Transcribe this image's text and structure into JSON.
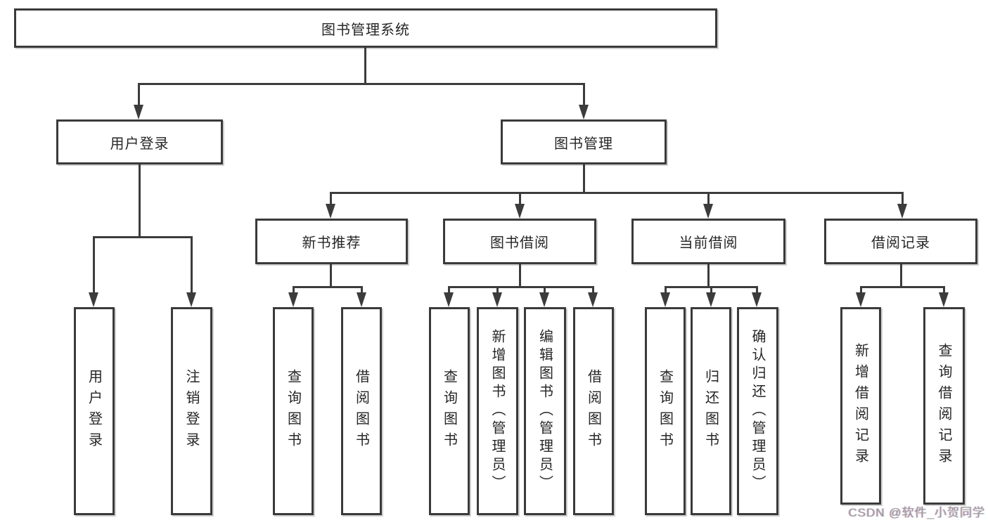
{
  "diagram": {
    "title": "图书管理系统",
    "level2": {
      "user_login": "用户登录",
      "book_mgmt": "图书管理"
    },
    "level3": {
      "new_books": "新书推荐",
      "book_borrow": "图书借阅",
      "current_borrow": "当前借阅",
      "borrow_records": "借阅记录"
    },
    "level4": {
      "user_login_action": "用户登录",
      "logout_action": "注销登录",
      "nb_query": "查询图书",
      "nb_borrow": "借阅图书",
      "bb_query": "查询图书",
      "bb_add": "新增图书（管理员）",
      "bb_edit": "编辑图书（管理员）",
      "bb_borrow": "借阅图书",
      "cb_query": "查询图书",
      "cb_return": "归还图书",
      "cb_confirm": "确认归还（管理员）",
      "br_add": "新增借阅记录",
      "br_query": "查询借阅记录"
    }
  },
  "watermark": {
    "text": "CSDN @软件_小贺同学"
  },
  "colors": {
    "line": "#3c3c3c",
    "border": "#3a3a3a",
    "text": "#262626",
    "watermark": "#9c9c9c",
    "background": "#ffffff"
  }
}
